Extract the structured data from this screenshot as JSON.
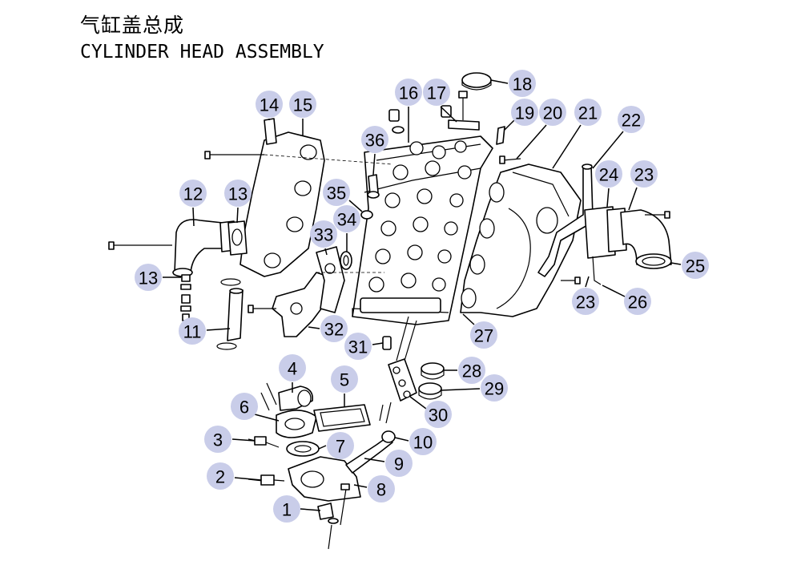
{
  "title": {
    "chinese": "气缸盖总成",
    "english": "CYLINDER HEAD ASSEMBLY"
  },
  "callouts": [
    "1",
    "2",
    "3",
    "4",
    "5",
    "6",
    "7",
    "8",
    "9",
    "10",
    "11",
    "12",
    "13",
    "13",
    "14",
    "15",
    "16",
    "17",
    "18",
    "19",
    "20",
    "21",
    "22",
    "23",
    "23",
    "24",
    "25",
    "26",
    "27",
    "28",
    "29",
    "30",
    "31",
    "32",
    "33",
    "34",
    "35",
    "36"
  ],
  "colors": {
    "bubble": "#c9cde9",
    "line": "#000000",
    "background": "#ffffff"
  }
}
